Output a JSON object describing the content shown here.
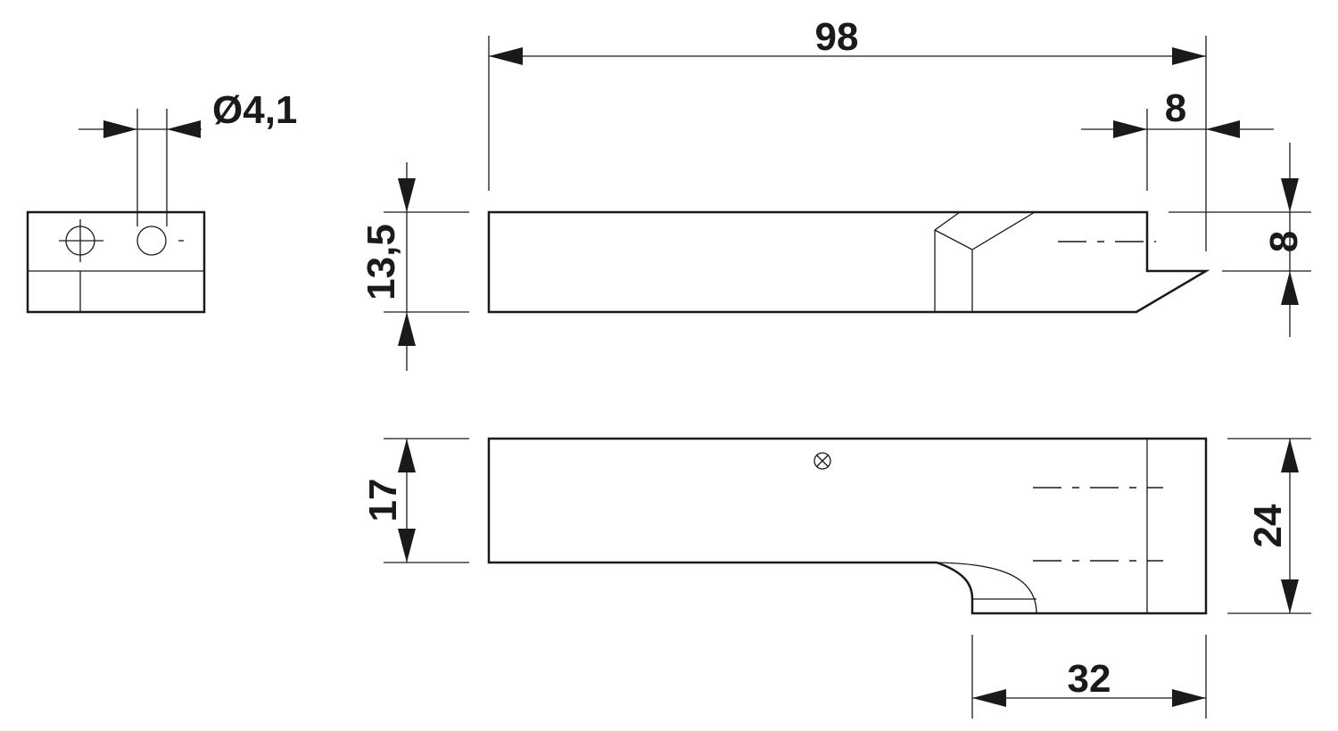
{
  "dimensions": {
    "hole_diameter": "Ø4,1",
    "overall_length": "98",
    "offset_top": "8",
    "height_right": "8",
    "height_side": "13,5",
    "height_front": "17",
    "total_height": "24",
    "bottom_length": "32"
  }
}
